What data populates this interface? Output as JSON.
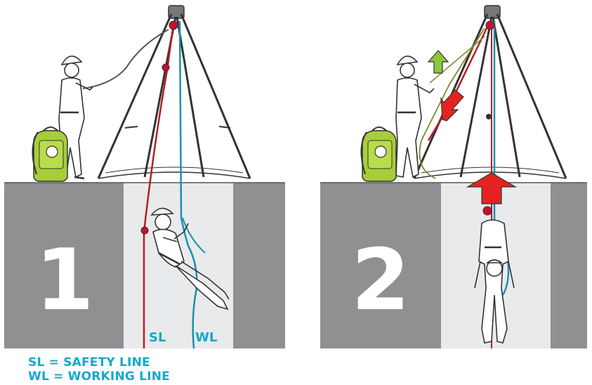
{
  "panels": [
    {
      "number": "1",
      "labels": {
        "safety": "SL",
        "working": "WL"
      }
    },
    {
      "number": "2"
    }
  ],
  "legend": [
    "SL = SAFETY LINE",
    "WL = WORKING LINE"
  ],
  "colors": {
    "wall": "#8e9092",
    "shaft": "#e9eaeb",
    "safety_line": "#b51e2b",
    "working_line": "#1d8fae",
    "legend_text": "#16a9c6",
    "arrow_red": "#e42320",
    "arrow_green": "#8cc63f",
    "bag": "#a6ce39"
  },
  "icons": [
    "tripod-icon",
    "person-icon",
    "rescue-bag-icon",
    "arrow-up-icon",
    "arrow-down-icon"
  ]
}
